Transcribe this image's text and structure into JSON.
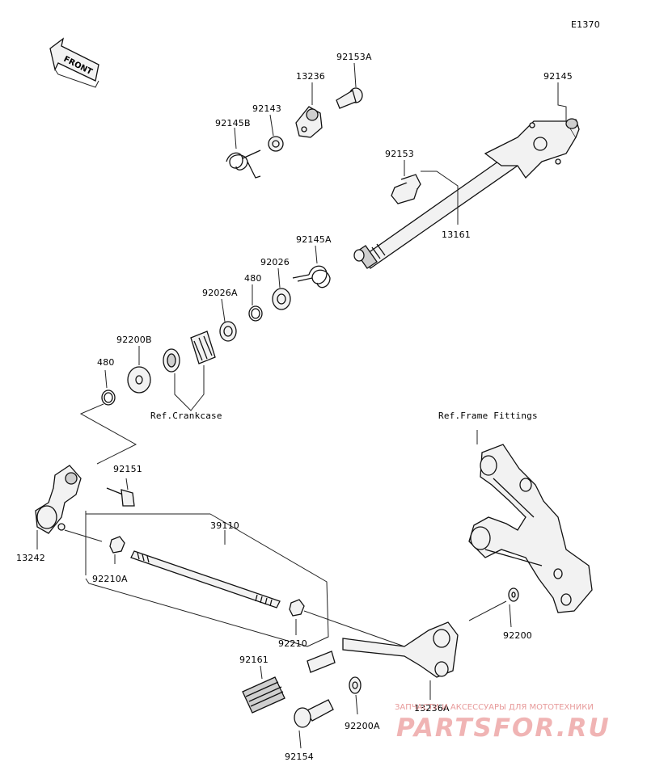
{
  "diagram_code": "E1370",
  "front_marker": "FRONT",
  "refs": {
    "crankcase": "Ref.Crankcase",
    "frame_fittings": "Ref.Frame Fittings"
  },
  "parts": {
    "p92153A": "92153A",
    "p13236": "13236",
    "p92143": "92143",
    "p92145B": "92145B",
    "p92145": "92145",
    "p92153": "92153",
    "p13161": "13161",
    "p92145A": "92145A",
    "p92026": "92026",
    "p480a": "480",
    "p92026A": "92026A",
    "p92200B": "92200B",
    "p480b": "480",
    "p92151": "92151",
    "p13242": "13242",
    "p39110": "39110",
    "p92210A": "92210A",
    "p92210": "92210",
    "p92200": "92200",
    "p92161": "92161",
    "p13236A": "13236A",
    "p92200A": "92200A",
    "p92154": "92154"
  },
  "watermark": {
    "tagline": "ЗАПЧАСТИ И АКСЕССУАРЫ ДЛЯ МОТОТЕХНИКИ",
    "logo": "PARTSFOR.RU"
  }
}
